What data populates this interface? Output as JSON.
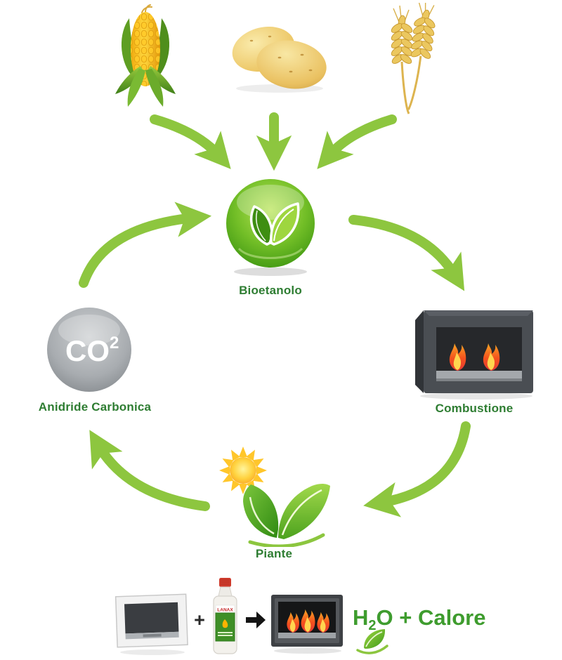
{
  "nodes": {
    "bioethanol": {
      "label": "Bioetanolo"
    },
    "combustion": {
      "label": "Combustione"
    },
    "co2": {
      "label": "Anidride Carbonica",
      "formula": "CO",
      "exponent": "2"
    },
    "plants": {
      "label": "Piante"
    }
  },
  "equation": {
    "plus": "+",
    "bottle_brand": "LANAX",
    "result_h": "H",
    "result_sub": "2",
    "result_rest": "O + Calore"
  },
  "colors": {
    "arrow_green": "#8DC63F",
    "label_green": "#2E7D32",
    "result_green": "#3E9C2E"
  }
}
